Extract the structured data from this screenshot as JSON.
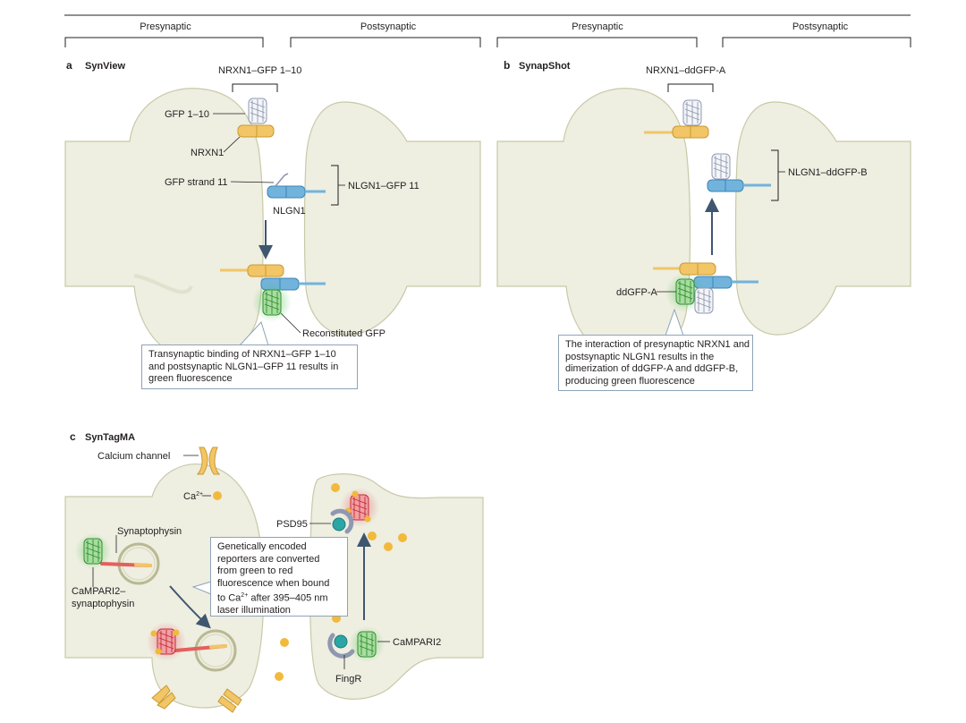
{
  "header": {
    "pre_left": "Presynaptic",
    "post_left": "Postsynaptic",
    "pre_right": "Presynaptic",
    "post_right": "Postsynaptic"
  },
  "panel_a": {
    "letter": "a",
    "title": "SynView",
    "labels": {
      "nrxn_gfp": "NRXN1–GFP 1–10",
      "gfp110": "GFP 1–10",
      "nrxn1": "NRXN1",
      "strand11": "GFP strand 11",
      "nlgn1": "NLGN1",
      "nlgn_gfp": "NLGN1–GFP 11",
      "reconstituted": "Reconstituted GFP"
    },
    "callout": [
      "Transynaptic binding of NRXN1–GFP 1–10",
      "and postsynaptic NLGN1–GFP 11 results in",
      "green fluorescence"
    ]
  },
  "panel_b": {
    "letter": "b",
    "title": "SynapShot",
    "labels": {
      "nrxn_dd": "NRXN1–ddGFP-A",
      "nlgn_dd": "NLGN1–ddGFP-B",
      "ddgfpa": "ddGFP-A"
    },
    "callout": [
      "The interaction of presynaptic NRXN1 and",
      "postsynaptic NLGN1 results in the",
      "dimerization of ddGFP-A and ddGFP-B,",
      "producing green fluorescence"
    ]
  },
  "panel_c": {
    "letter": "c",
    "title": "SynTagMA",
    "labels": {
      "calcium": "Calcium channel",
      "ca_base": "Ca",
      "ca_sup": "2+",
      "synaptophysin": "Synaptophysin",
      "campari_syn_1": "CaMPARI2–",
      "campari_syn_2": "synaptophysin",
      "psd95": "PSD95",
      "campari2": "CaMPARI2",
      "fingr": "FingR"
    },
    "callout": {
      "l1": "Genetically encoded",
      "l2": "reporters are converted",
      "l3": "from green to red",
      "l4": "fluorescence when bound",
      "l5_a": "to Ca",
      "l5_sup": "2+",
      "l5_b": " after 395–405 nm",
      "l6": "laser illumination"
    }
  },
  "colors": {
    "cell_fill": "#eeeee1",
    "cell_stroke": "#c9c9a8",
    "nrxn": "#f2c566",
    "nlgn": "#72b3dc",
    "gfp_green": "#4cbb4c",
    "campari_red": "#e0424c",
    "calcium": "#f2b93b",
    "arrow": "#3f5670",
    "callout_border": "#8ea3b8"
  }
}
